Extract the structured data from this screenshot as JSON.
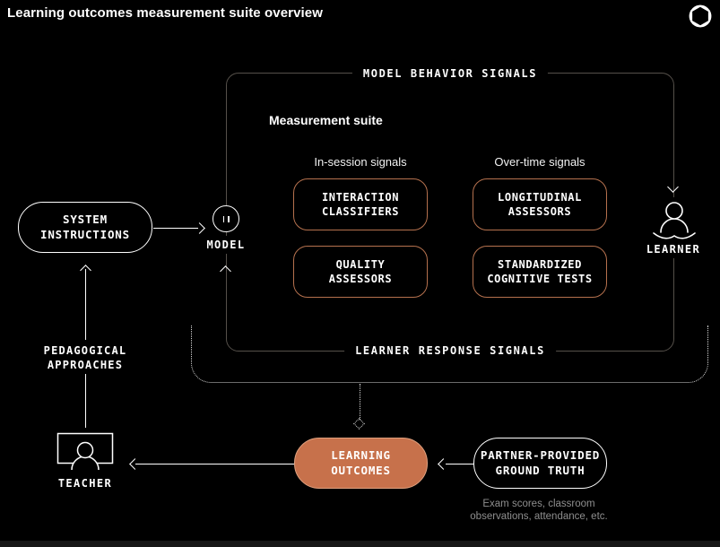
{
  "page": {
    "title": "Learning outcomes measurement suite overview"
  },
  "suite": {
    "frame_top_label": "MODEL BEHAVIOR SIGNALS",
    "frame_bottom_label": "LEARNER RESPONSE SIGNALS",
    "title": "Measurement suite",
    "columns": [
      {
        "header": "In-session signals",
        "boxes": [
          "INTERACTION\nCLASSIFIERS",
          "QUALITY\nASSESSORS"
        ]
      },
      {
        "header": "Over-time signals",
        "boxes": [
          "LONGITUDINAL\nASSESSORS",
          "STANDARDIZED\nCOGNITIVE TESTS"
        ]
      }
    ]
  },
  "nodes": {
    "model_label": "MODEL",
    "learner_label": "LEARNER",
    "teacher_label": "TEACHER",
    "system_instructions": "SYSTEM\nINSTRUCTIONS",
    "pedagogical_approaches": "PEDAGOGICAL\nAPPROACHES",
    "learning_outcomes": "LEARNING\nOUTCOMES",
    "ground_truth": "PARTNER-PROVIDED\nGROUND TRUTH",
    "ground_truth_caption": "Exam scores, classroom\nobservations, attendance, etc."
  },
  "icons": {
    "logo": "openai-logo",
    "model": "pause-circle-icon",
    "learner": "person-reading-icon",
    "teacher": "person-at-board-icon"
  },
  "colors": {
    "background": "#000000",
    "accent_fill": "#c7714b",
    "accent_border": "#b5714e",
    "frame_border": "#55504a",
    "muted_text": "#8e8e8e",
    "dotted_line": "#d6d6d6"
  }
}
